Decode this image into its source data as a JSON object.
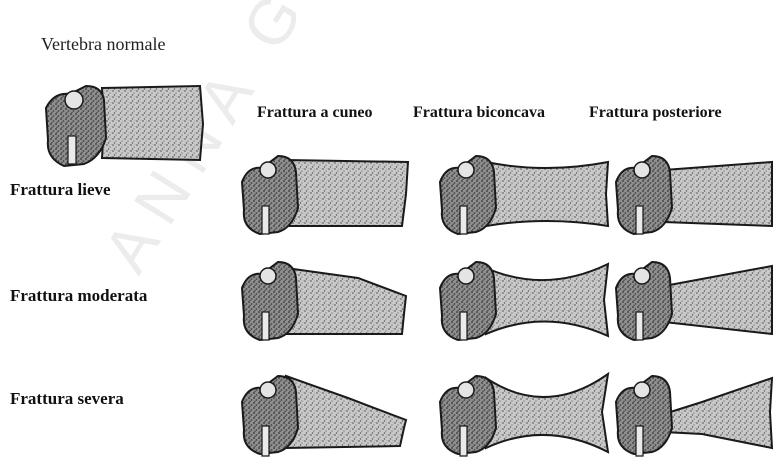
{
  "watermark": "ANNA GRITEL — G",
  "normal": {
    "label": "Vertebra normale"
  },
  "columns": [
    "Frattura a cuneo",
    "Frattura biconcava",
    "Frattura posteriore"
  ],
  "rows": [
    {
      "label": "Frattura  lieve"
    },
    {
      "label": "Frattura moderata"
    },
    {
      "label": "Frattura severa"
    }
  ],
  "colors": {
    "ink": "#1a1a1a",
    "bone_fill": "#c4c4c4",
    "bone_dark": "#6e6e6e"
  }
}
